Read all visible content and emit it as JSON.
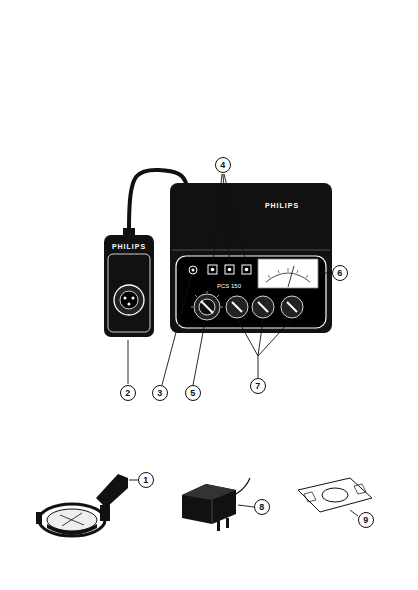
{
  "diagram": {
    "nodes": [
      {
        "text": [
          "4"
        ]
      },
      {
        "text": [
          "PHILIPS"
        ]
      },
      {
        "text": [
          "PHILIPS",
          "PCS 150"
        ]
      },
      {
        "text": [
          "6"
        ]
      },
      {
        "text": [
          "2"
        ]
      },
      {
        "text": [
          "3"
        ]
      },
      {
        "text": [
          "5"
        ]
      },
      {
        "text": [
          "7"
        ]
      },
      {
        "text": [
          "1"
        ]
      },
      {
        "text": [
          "8"
        ]
      },
      {
        "text": [
          "9"
        ]
      }
    ],
    "edges": [
      {
        "from": 1,
        "to": 2,
        "arrow": "none"
      }
    ]
  }
}
